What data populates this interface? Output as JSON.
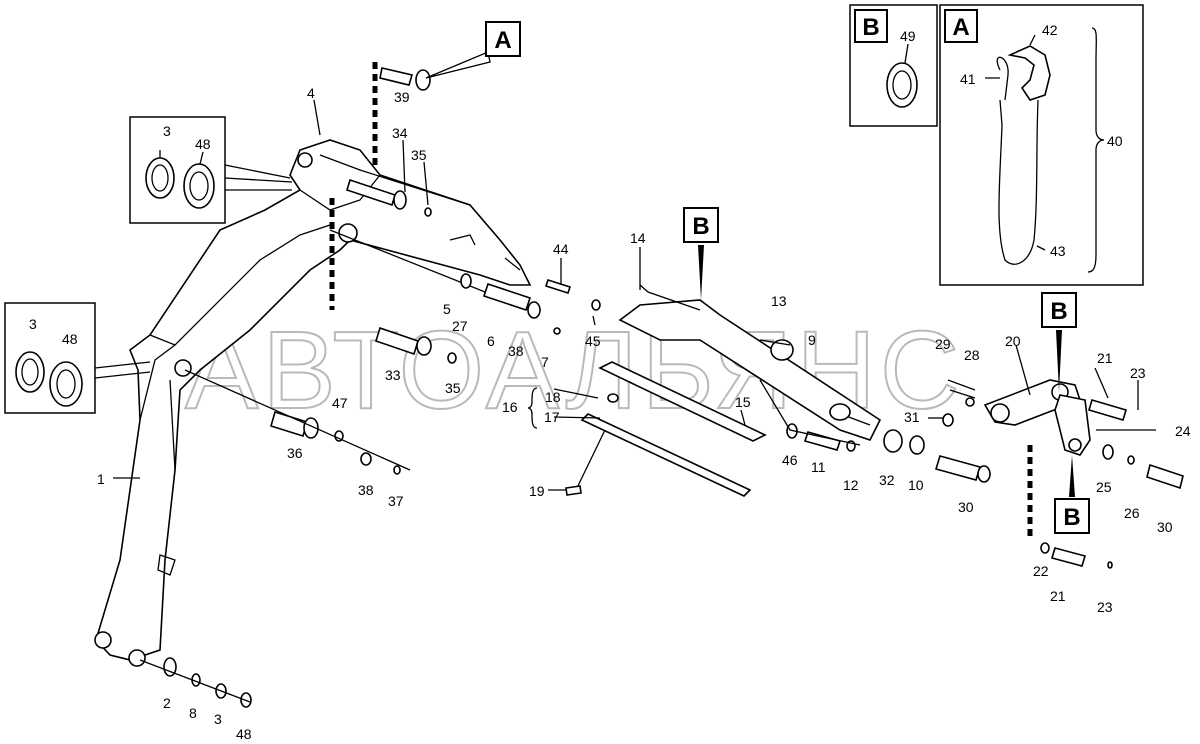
{
  "watermark": "АВТОАЛЬЯНС",
  "ref_boxes": {
    "a_main": "A",
    "a_inset": "A",
    "b_inset": "B",
    "b_center": "B",
    "b_right_top": "B",
    "b_right_bottom": "B"
  },
  "callouts": {
    "n1": "1",
    "n2": "2",
    "n3_top": "3",
    "n3_left": "3",
    "n3_bottom": "3",
    "n4": "4",
    "n5": "5",
    "n6": "6",
    "n7": "7",
    "n8": "8",
    "n9": "9",
    "n10": "10",
    "n11": "11",
    "n12": "12",
    "n13": "13",
    "n14": "14",
    "n15": "15",
    "n16": "16",
    "n17": "17",
    "n18": "18",
    "n19": "19",
    "n20": "20",
    "n21_top": "21",
    "n21_bottom": "21",
    "n22": "22",
    "n23_top": "23",
    "n23_bottom": "23",
    "n24": "24",
    "n25": "25",
    "n26": "26",
    "n27": "27",
    "n28": "28",
    "n29": "29",
    "n30_a": "30",
    "n30_b": "30",
    "n31": "31",
    "n32": "32",
    "n33": "33",
    "n34": "34",
    "n35_top": "35",
    "n35_mid": "35",
    "n36": "36",
    "n37": "37",
    "n38_mid": "38",
    "n38_low": "38",
    "n39": "39",
    "n40": "40",
    "n41": "41",
    "n42": "42",
    "n43": "43",
    "n44": "44",
    "n45": "45",
    "n46": "46",
    "n47": "47",
    "n48_top": "48",
    "n48_left": "48",
    "n48_bottom": "48",
    "n49": "49"
  }
}
